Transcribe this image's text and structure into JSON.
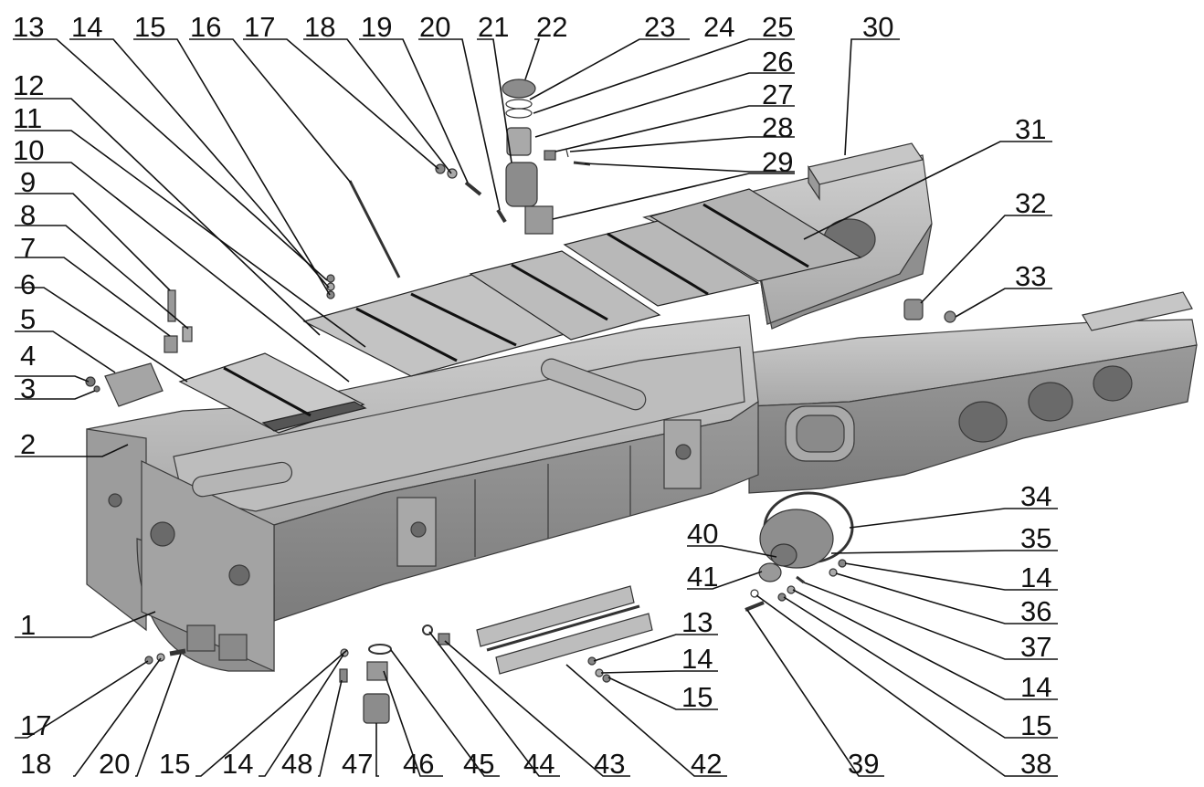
{
  "diagram": {
    "style": "exploded assembly drawing of a machine frame with numbered callouts",
    "colors": {
      "background": "#ffffff",
      "metal": "#9a9a9a",
      "metal_light": "#c4c4c4",
      "metal_dark": "#6e6e6e",
      "ink": "#111111"
    }
  },
  "callouts": [
    {
      "id": "1",
      "text": "1"
    },
    {
      "id": "2",
      "text": "2"
    },
    {
      "id": "3",
      "text": "3"
    },
    {
      "id": "4",
      "text": "4"
    },
    {
      "id": "5",
      "text": "5"
    },
    {
      "id": "6",
      "text": "6"
    },
    {
      "id": "7",
      "text": "7"
    },
    {
      "id": "8",
      "text": "8"
    },
    {
      "id": "9",
      "text": "9"
    },
    {
      "id": "10",
      "text": "10"
    },
    {
      "id": "11",
      "text": "11"
    },
    {
      "id": "12",
      "text": "12"
    },
    {
      "id": "13a",
      "text": "13"
    },
    {
      "id": "14a",
      "text": "14"
    },
    {
      "id": "15a",
      "text": "15"
    },
    {
      "id": "16",
      "text": "16"
    },
    {
      "id": "17a",
      "text": "17"
    },
    {
      "id": "18a",
      "text": "18"
    },
    {
      "id": "19",
      "text": "19"
    },
    {
      "id": "20a",
      "text": "20"
    },
    {
      "id": "21",
      "text": "21"
    },
    {
      "id": "22",
      "text": "22"
    },
    {
      "id": "23",
      "text": "23"
    },
    {
      "id": "24",
      "text": "24"
    },
    {
      "id": "25",
      "text": "25"
    },
    {
      "id": "26",
      "text": "26"
    },
    {
      "id": "27",
      "text": "27"
    },
    {
      "id": "28",
      "text": "28"
    },
    {
      "id": "29",
      "text": "29"
    },
    {
      "id": "30",
      "text": "30"
    },
    {
      "id": "31",
      "text": "31"
    },
    {
      "id": "32",
      "text": "32"
    },
    {
      "id": "33",
      "text": "33"
    },
    {
      "id": "34",
      "text": "34"
    },
    {
      "id": "35",
      "text": "35"
    },
    {
      "id": "14b",
      "text": "14"
    },
    {
      "id": "36",
      "text": "36"
    },
    {
      "id": "37",
      "text": "37"
    },
    {
      "id": "14c",
      "text": "14"
    },
    {
      "id": "15b",
      "text": "15"
    },
    {
      "id": "38",
      "text": "38"
    },
    {
      "id": "39",
      "text": "39"
    },
    {
      "id": "40",
      "text": "40"
    },
    {
      "id": "41",
      "text": "41"
    },
    {
      "id": "13b",
      "text": "13"
    },
    {
      "id": "14d",
      "text": "14"
    },
    {
      "id": "15c",
      "text": "15"
    },
    {
      "id": "42",
      "text": "42"
    },
    {
      "id": "43",
      "text": "43"
    },
    {
      "id": "44",
      "text": "44"
    },
    {
      "id": "45",
      "text": "45"
    },
    {
      "id": "46",
      "text": "46"
    },
    {
      "id": "47",
      "text": "47"
    },
    {
      "id": "48",
      "text": "48"
    },
    {
      "id": "14e",
      "text": "14"
    },
    {
      "id": "15d",
      "text": "15"
    },
    {
      "id": "20b",
      "text": "20"
    },
    {
      "id": "18b",
      "text": "18"
    },
    {
      "id": "17b",
      "text": "17"
    }
  ]
}
